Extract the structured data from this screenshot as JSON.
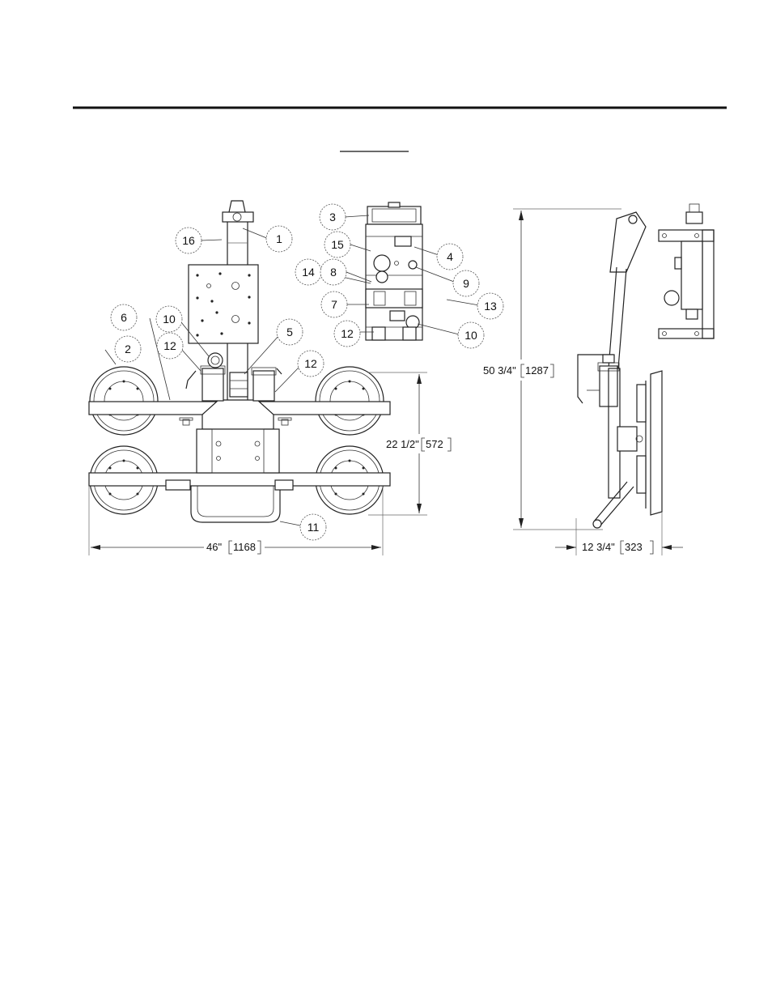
{
  "callouts": {
    "c1": "1",
    "c2": "2",
    "c3": "3",
    "c4": "4",
    "c5": "5",
    "c6": "6",
    "c7": "7",
    "c8": "8",
    "c9": "9",
    "c10a": "10",
    "c10b": "10",
    "c11": "11",
    "c12a": "12",
    "c12b": "12",
    "c12c": "12",
    "c13": "13",
    "c14": "14",
    "c15": "15",
    "c16": "16"
  },
  "dimensions": {
    "overall_width": {
      "imperial": "46\"",
      "metric": "1168"
    },
    "pad_span_height": {
      "imperial": "22 1/2\"",
      "metric": "572"
    },
    "overall_height": {
      "imperial": "50 3/4\"",
      "metric": "1287"
    },
    "overall_depth": {
      "imperial": "12 3/4\"",
      "metric": "323"
    }
  }
}
